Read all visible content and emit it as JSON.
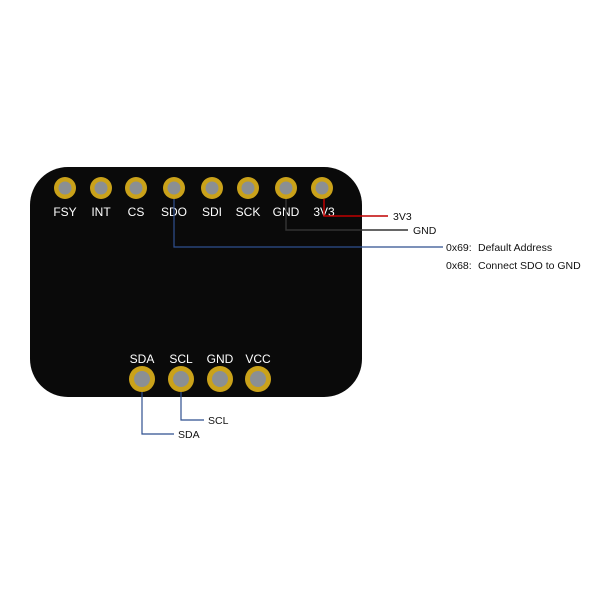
{
  "board": {
    "body_color": "#0a0a0a",
    "pad_ring_color": "#caa21a",
    "pad_center_color": "#8b8f93"
  },
  "top_pins": [
    {
      "label": "FSY"
    },
    {
      "label": "INT"
    },
    {
      "label": "CS"
    },
    {
      "label": "SDO"
    },
    {
      "label": "SDI"
    },
    {
      "label": "SCK"
    },
    {
      "label": "GND"
    },
    {
      "label": "3V3"
    }
  ],
  "bottom_pins": [
    {
      "label": "SDA"
    },
    {
      "label": "SCL"
    },
    {
      "label": "GND"
    },
    {
      "label": "VCC"
    }
  ],
  "callouts": {
    "power": {
      "text": "3V3",
      "color": "#c00000"
    },
    "ground": {
      "text": "GND",
      "color": "#333333"
    },
    "sdo": {
      "color": "#2f4f8f",
      "lines": [
        {
          "code": "0x69:",
          "desc": "Default Address"
        },
        {
          "code": "0x68:",
          "desc": "Connect SDO to GND"
        }
      ]
    },
    "scl": {
      "text": "SCL",
      "color": "#2f4f8f"
    },
    "sda": {
      "text": "SDA",
      "color": "#2f4f8f"
    }
  }
}
